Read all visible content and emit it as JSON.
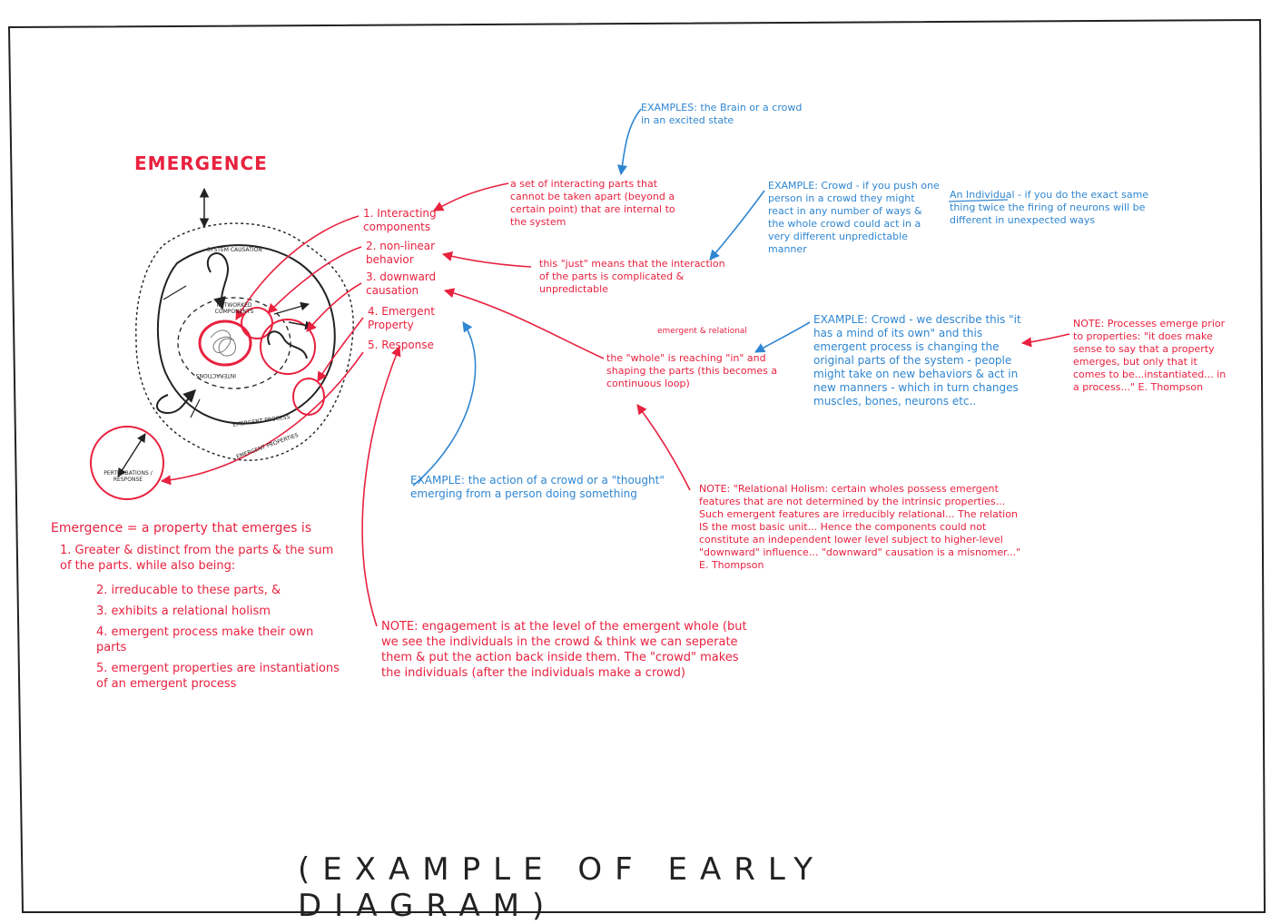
{
  "title": "EMERGENCE",
  "properties": [
    "1. Interacting components",
    "2. non-linear behavior",
    "3. downward causation",
    "4. Emergent Property",
    "5. Response"
  ],
  "diagram_labels": {
    "core": "NETWORKED COMPONENTS",
    "interactions": "INTERACTIONS",
    "system_causation": "SYSTEM CAUSATION",
    "emergent_process": "EMERGENT PROCESS",
    "emergent_properties": "EMERGENT PROPERTIES",
    "perturbations": "PERTURBATIONS / RESPONSE"
  },
  "notes": {
    "examples_brain": "EXAMPLES: the Brain or a crowd in an excited state",
    "set_of_parts": "a set of interacting parts that cannot be taken apart (beyond a certain point) that are internal to the system",
    "just_means": "this \"just\" means that the interaction of the parts is complicated & unpredictable",
    "example_crowd_push": "EXAMPLE: Crowd - if you push one person in a crowd they might react in any number of ways & the whole crowd could act in a very different unpredictable manner",
    "individual": "An Individual - if you do the exact same thing twice the firing of neurons will be different in unexpected ways",
    "emergent_relational": "emergent & relational",
    "whole_reaching": "the \"whole\" is reaching \"in\" and shaping the parts (this becomes a continuous loop)",
    "example_mind": "EXAMPLE: Crowd - we describe this \"it has a mind of its own\" and this emergent process is changing the original parts of the system - people might take on new behaviors & act in new manners - which in turn changes muscles, bones, neurons etc..",
    "processes_note": "NOTE: Processes emerge prior to properties: \"it does make sense to say that a property emerges, but only that it comes to be...instantiated... in a process...\" E. Thompson",
    "example_thought": "EXAMPLE: the action of a crowd or a \"thought\" emerging from a person doing something",
    "relational_holism": "NOTE: \"Relational Holism: certain wholes possess emergent features that are not determined by the intrinsic properties... Such emergent features are irreducibly relational... The relation IS the most basic unit... Hence the components could not constitute an independent lower level subject to higher-level \"downward\" influence... \"downward\" causation is a misnomer...\" E. Thompson",
    "engagement": "NOTE: engagement is at the level of the emergent whole (but we see the individuals in the crowd & think we can seperate them & put the action back inside them. The \"crowd\" makes the individuals (after the individuals make a crowd)"
  },
  "definition": {
    "heading": "Emergence = a property that emerges is",
    "items": [
      "1. Greater & distinct from the parts & the sum of the parts. while also being:",
      "2. irreducable to these parts, &",
      "3. exhibits a relational holism",
      "4. emergent process make their own parts",
      "5. emergent properties are instantiations of an emergent process"
    ]
  },
  "caption": "(EXAMPLE OF EARLY DIAGRAM)",
  "colors": {
    "red": "#e8213f",
    "blue": "#2f86d1",
    "ink": "#222222"
  }
}
